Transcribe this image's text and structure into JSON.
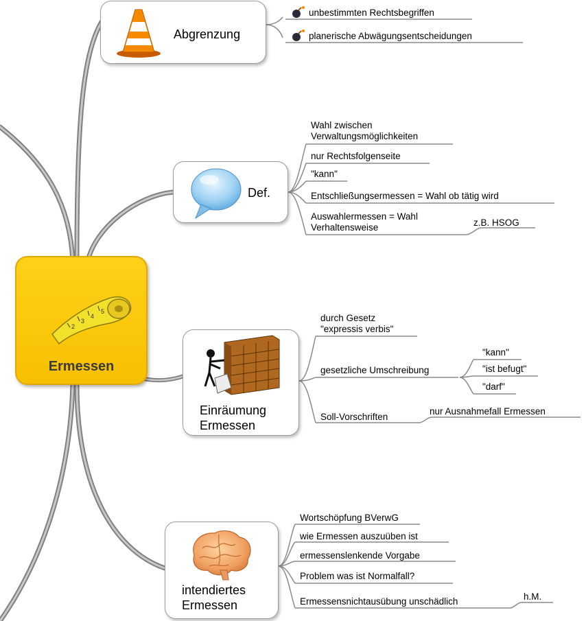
{
  "central_topic": {
    "label": "Ermessen"
  },
  "branches": {
    "abgrenzung": {
      "label": "Abgrenzung",
      "children": [
        "unbestimmten Rechtsbegriffen",
        "planerische Abwägungsentscheidungen"
      ]
    },
    "definition": {
      "label": "Def.",
      "children": [
        "Wahl zwischen\nVerwaltungsmöglichkeiten",
        "nur Rechtsfolgenseite",
        "\"kann\"",
        "Entschließungsermessen = Wahl ob tätig wird",
        "Auswahlermessen = Wahl\nVerhaltensweise"
      ],
      "sub_note": "z.B. HSOG"
    },
    "einraeumung": {
      "label": "Einräumung\nErmessen",
      "children": [
        "durch Gesetz\n\"expressis verbis\"",
        "gesetzliche Umschreibung",
        "Soll-Vorschriften"
      ],
      "umschreibung_examples": [
        "\"kann\"",
        "\"ist befugt\"",
        "\"darf\""
      ],
      "soll_note": "nur Ausnahmefall Ermessen"
    },
    "intendiert": {
      "label": "intendiertes\nErmessen",
      "children": [
        "Wortschöpfung BVerwG",
        "wie Ermessen auszuüben ist",
        "ermessenslenkende Vorgabe",
        "Problem was ist Normalfall?",
        "Ermessensnichtausübung unschädlich"
      ],
      "sub_note": "h.M."
    }
  },
  "icons": {
    "central": "tape-measure-icon",
    "abgrenzung": "traffic-cone-icon",
    "definition": "speech-bubble-icon",
    "einraeumung": "filing-cabinet-icon",
    "intendiert": "brain-icon",
    "bullet": "bomb-icon"
  },
  "colors": {
    "central_fill": "#f7c000",
    "connector": "#7f7f7f"
  }
}
